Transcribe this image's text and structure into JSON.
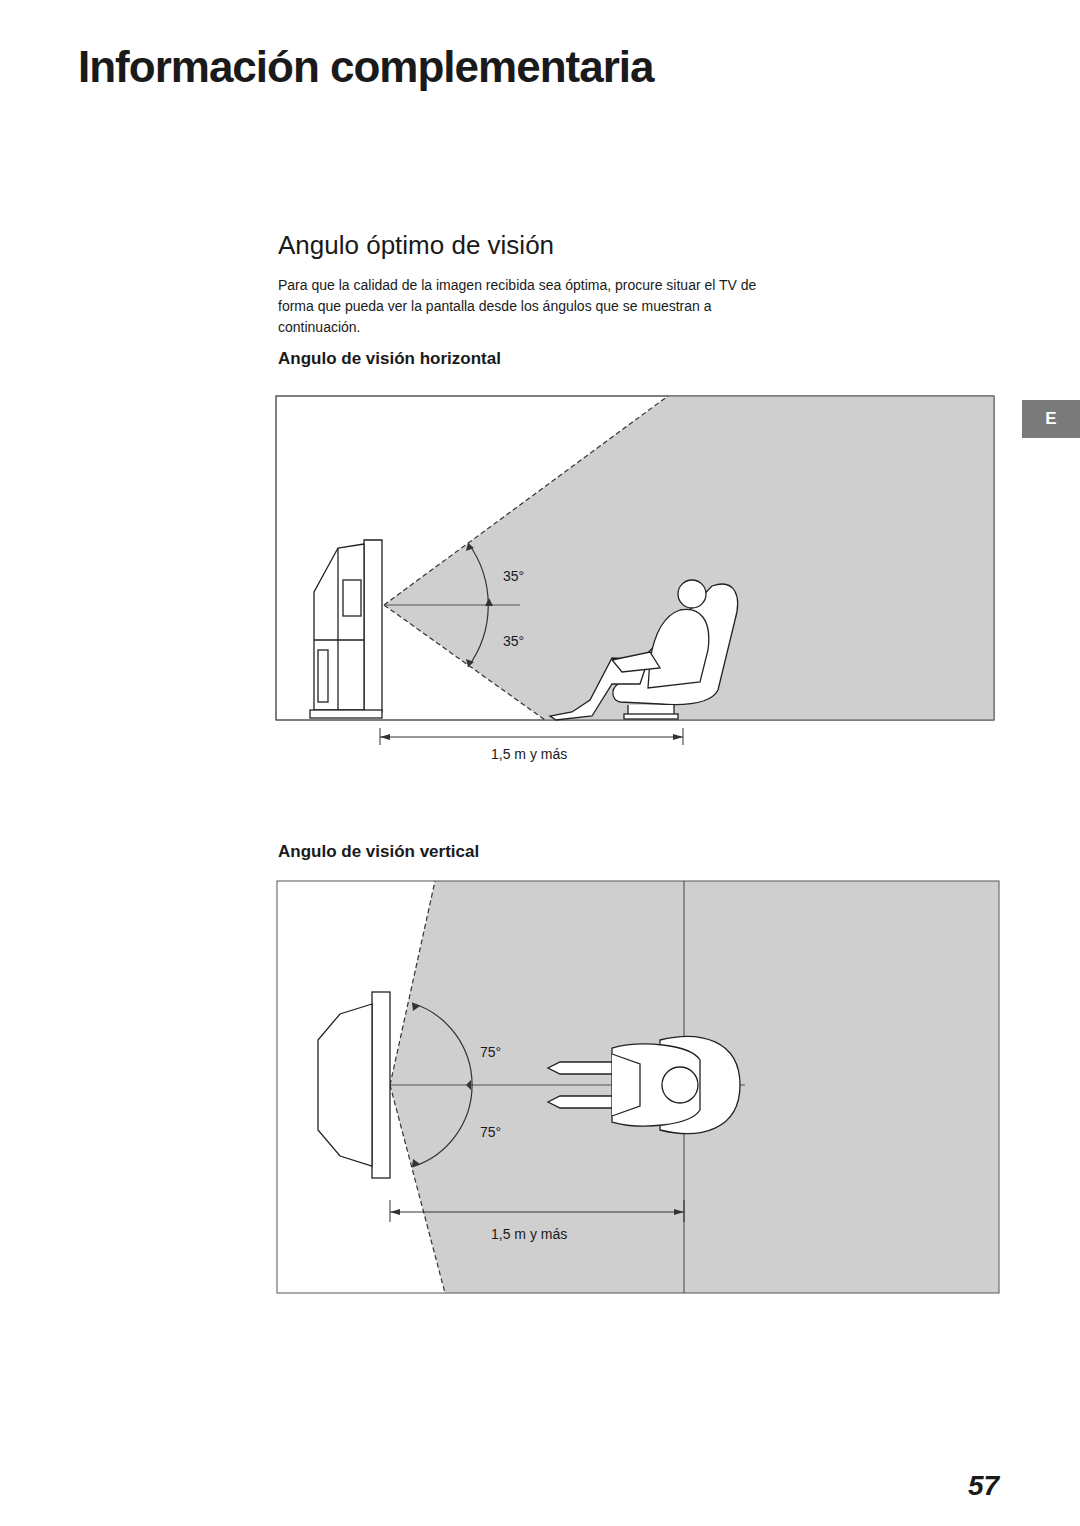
{
  "diagram": {
    "title": "Información complementaria",
    "nodes": [
      {
        "text": [
          "E"
        ]
      }
    ],
    "labels": [
      "Angulo óptimo de visión",
      "Para que la calidad de la imagen recibida sea óptima, procure situar el TV de forma que pueda ver la pantalla desde los ángulos que se muestran a continuación.",
      "Angulo de visión horizontal",
      "35°",
      "35°",
      "1,5 m y más",
      "Angulo de visión vertical",
      "75°",
      "75°",
      "1,5 m y más",
      "57"
    ]
  }
}
